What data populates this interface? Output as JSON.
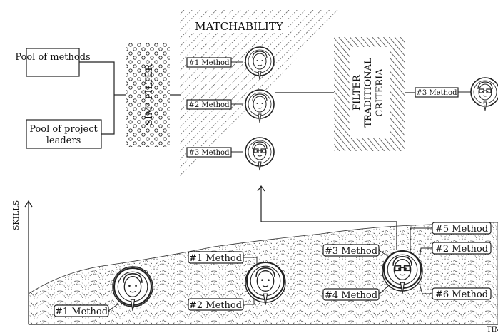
{
  "top": {
    "pool_methods": "Pool of methods",
    "pool_leaders_line1": "Pool of project",
    "pool_leaders_line2": "leaders",
    "sim_filter": "SIM³ FILTER",
    "matchability": "MATCHABILITY",
    "traditional_line1": "FILTER",
    "traditional_line2": "TRADITIONAL",
    "traditional_line3": "CRITERIA",
    "methods": [
      "#1 Method",
      "#2 Method",
      "#3 Method"
    ],
    "result_method": "#3 Method"
  },
  "bottom": {
    "y_axis_label": "SKILLS",
    "x_axis_label": "TIM",
    "person1_methods": [
      "#1 Method"
    ],
    "person2_methods": [
      "#1 Method",
      "#2 Method"
    ],
    "person3_methods": [
      "#3 Method",
      "#4 Method",
      "#5 Method",
      "#2 Method",
      "#6 Method"
    ]
  }
}
